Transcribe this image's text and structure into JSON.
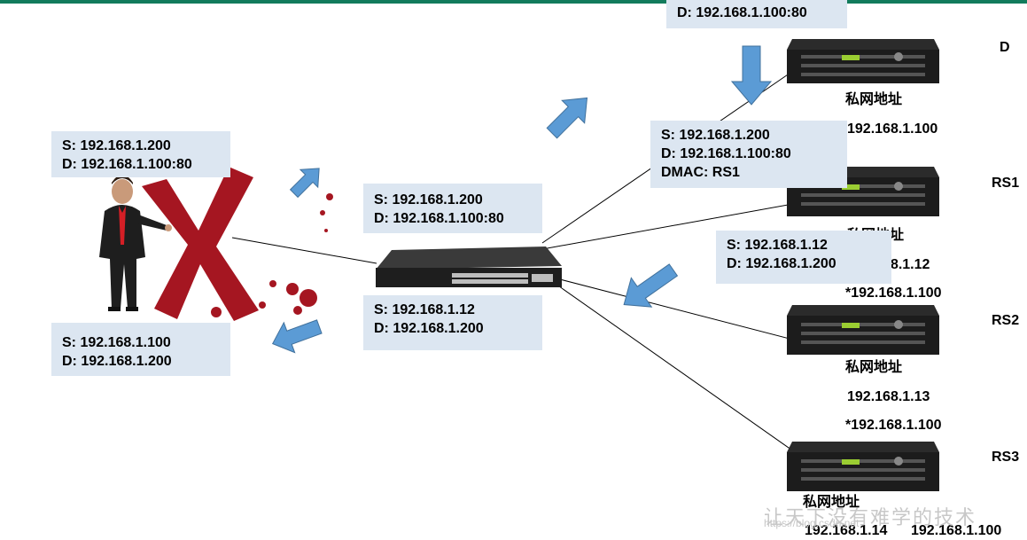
{
  "colors": {
    "top_bar": "#127b5c",
    "packet_box": "#dce6f1",
    "arrow": "#5b9bd5",
    "cross": "#a51621",
    "server_body": "#1c1c1c"
  },
  "icons": [
    "person-icon",
    "red-cross-icon",
    "switch-icon",
    "server-icon",
    "arrow-icon"
  ],
  "packets": {
    "top": {
      "dst": "D: 192.168.1.100:80"
    },
    "client_request": {
      "src": "S:  192.168.1.200",
      "dst": "D:  192.168.1.100:80"
    },
    "client_reply": {
      "src": "S:  192.168.1.100",
      "dst": "D:  192.168.1.200"
    },
    "switch_in": {
      "src": "S:  192.168.1.200",
      "dst": "D:  192.168.1.100:80"
    },
    "switch_out": {
      "src": "S:  192.168.1.12",
      "dst": "D:  192.168.1.200"
    },
    "director_forward": {
      "src": "S:  192.168.1.200",
      "dst": "D:  192.168.1.100:80",
      "dmac": "DMAC:  RS1"
    },
    "rs1_reply": {
      "src": "S:  192.168.1.12",
      "dst": "D:  192.168.1.200"
    }
  },
  "nodes": {
    "d": {
      "name": "D",
      "label": "私网地址",
      "ip": "192.168.1.100"
    },
    "rs1": {
      "name": "RS1",
      "label": "私网地址",
      "ip": "192.168.1.12",
      "vip": "*192.168.1.100"
    },
    "rs2": {
      "name": "RS2",
      "label": "私网地址",
      "ip": "192.168.1.13",
      "vip": "*192.168.1.100"
    },
    "rs3": {
      "name": "RS3",
      "label": "私网地址",
      "ip": "192.168.1.14",
      "vip": "192.168.1.100"
    }
  },
  "watermark": {
    "text": "让天下没有难学的技术",
    "url": "https://blog.csdn.net"
  }
}
